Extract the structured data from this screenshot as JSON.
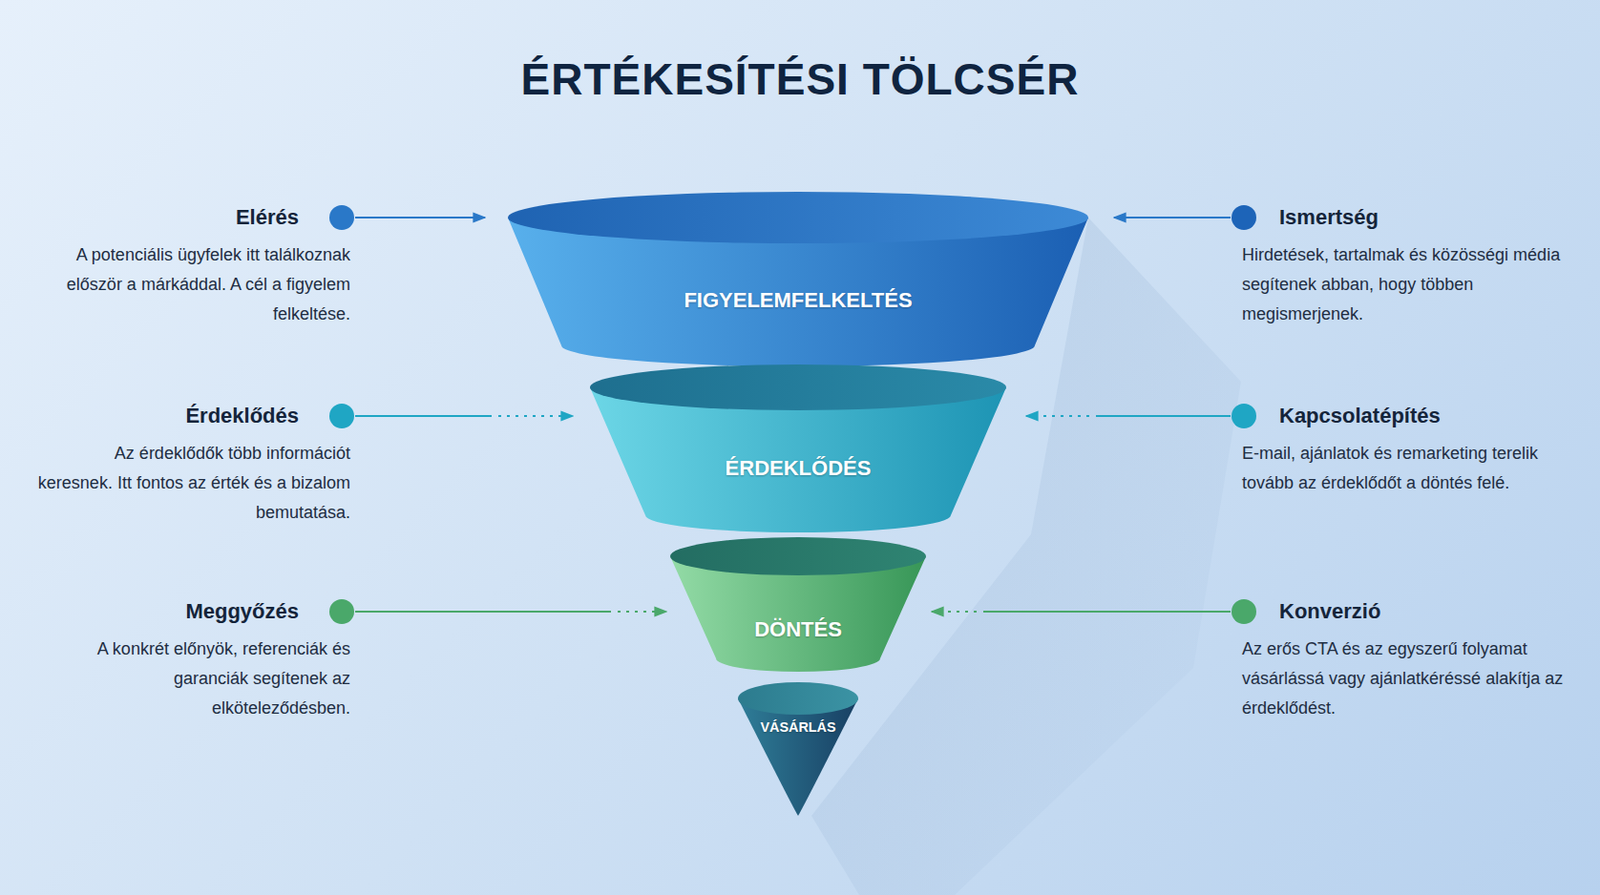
{
  "diagram": {
    "title": "ÉRTÉKESÍTÉSI TÖLCSÉR",
    "nodes": [
      {
        "text": [
          "FIGYELEMFELKELTÉS"
        ]
      },
      {
        "text": [
          "ÉRDEKLŐDÉS"
        ]
      },
      {
        "text": [
          "DÖNTÉS"
        ]
      },
      {
        "text": [
          "VÁSÁRLÁS"
        ]
      }
    ],
    "labels": [
      "Elérés",
      "A potenciális ügyfelek itt találkoznak először a márkáddal. A cél a figyelem felkeltése.",
      "Ismertség",
      "Hirdetések, tartalmak és közösségi média segítenek abban, hogy többen megismerjenek.",
      "Érdeklődés",
      "Az érdeklődők több információt keresnek. Itt fontos az érték és a bizalom bemutatása.",
      "Kapcsolatépítés",
      "E-mail, ajánlatok és remarketing terelik tovább az érdeklődőt a döntés felé.",
      "Meggyőzés",
      "A konkrét előnyök, referenciák és garanciák segítenek az elköteleződésben.",
      "Konverzió",
      "Az erős CTA és az egyszerű folyamat vásárlássá vagy ajánlatkéréssé alakítja az érdeklődést."
    ]
  }
}
